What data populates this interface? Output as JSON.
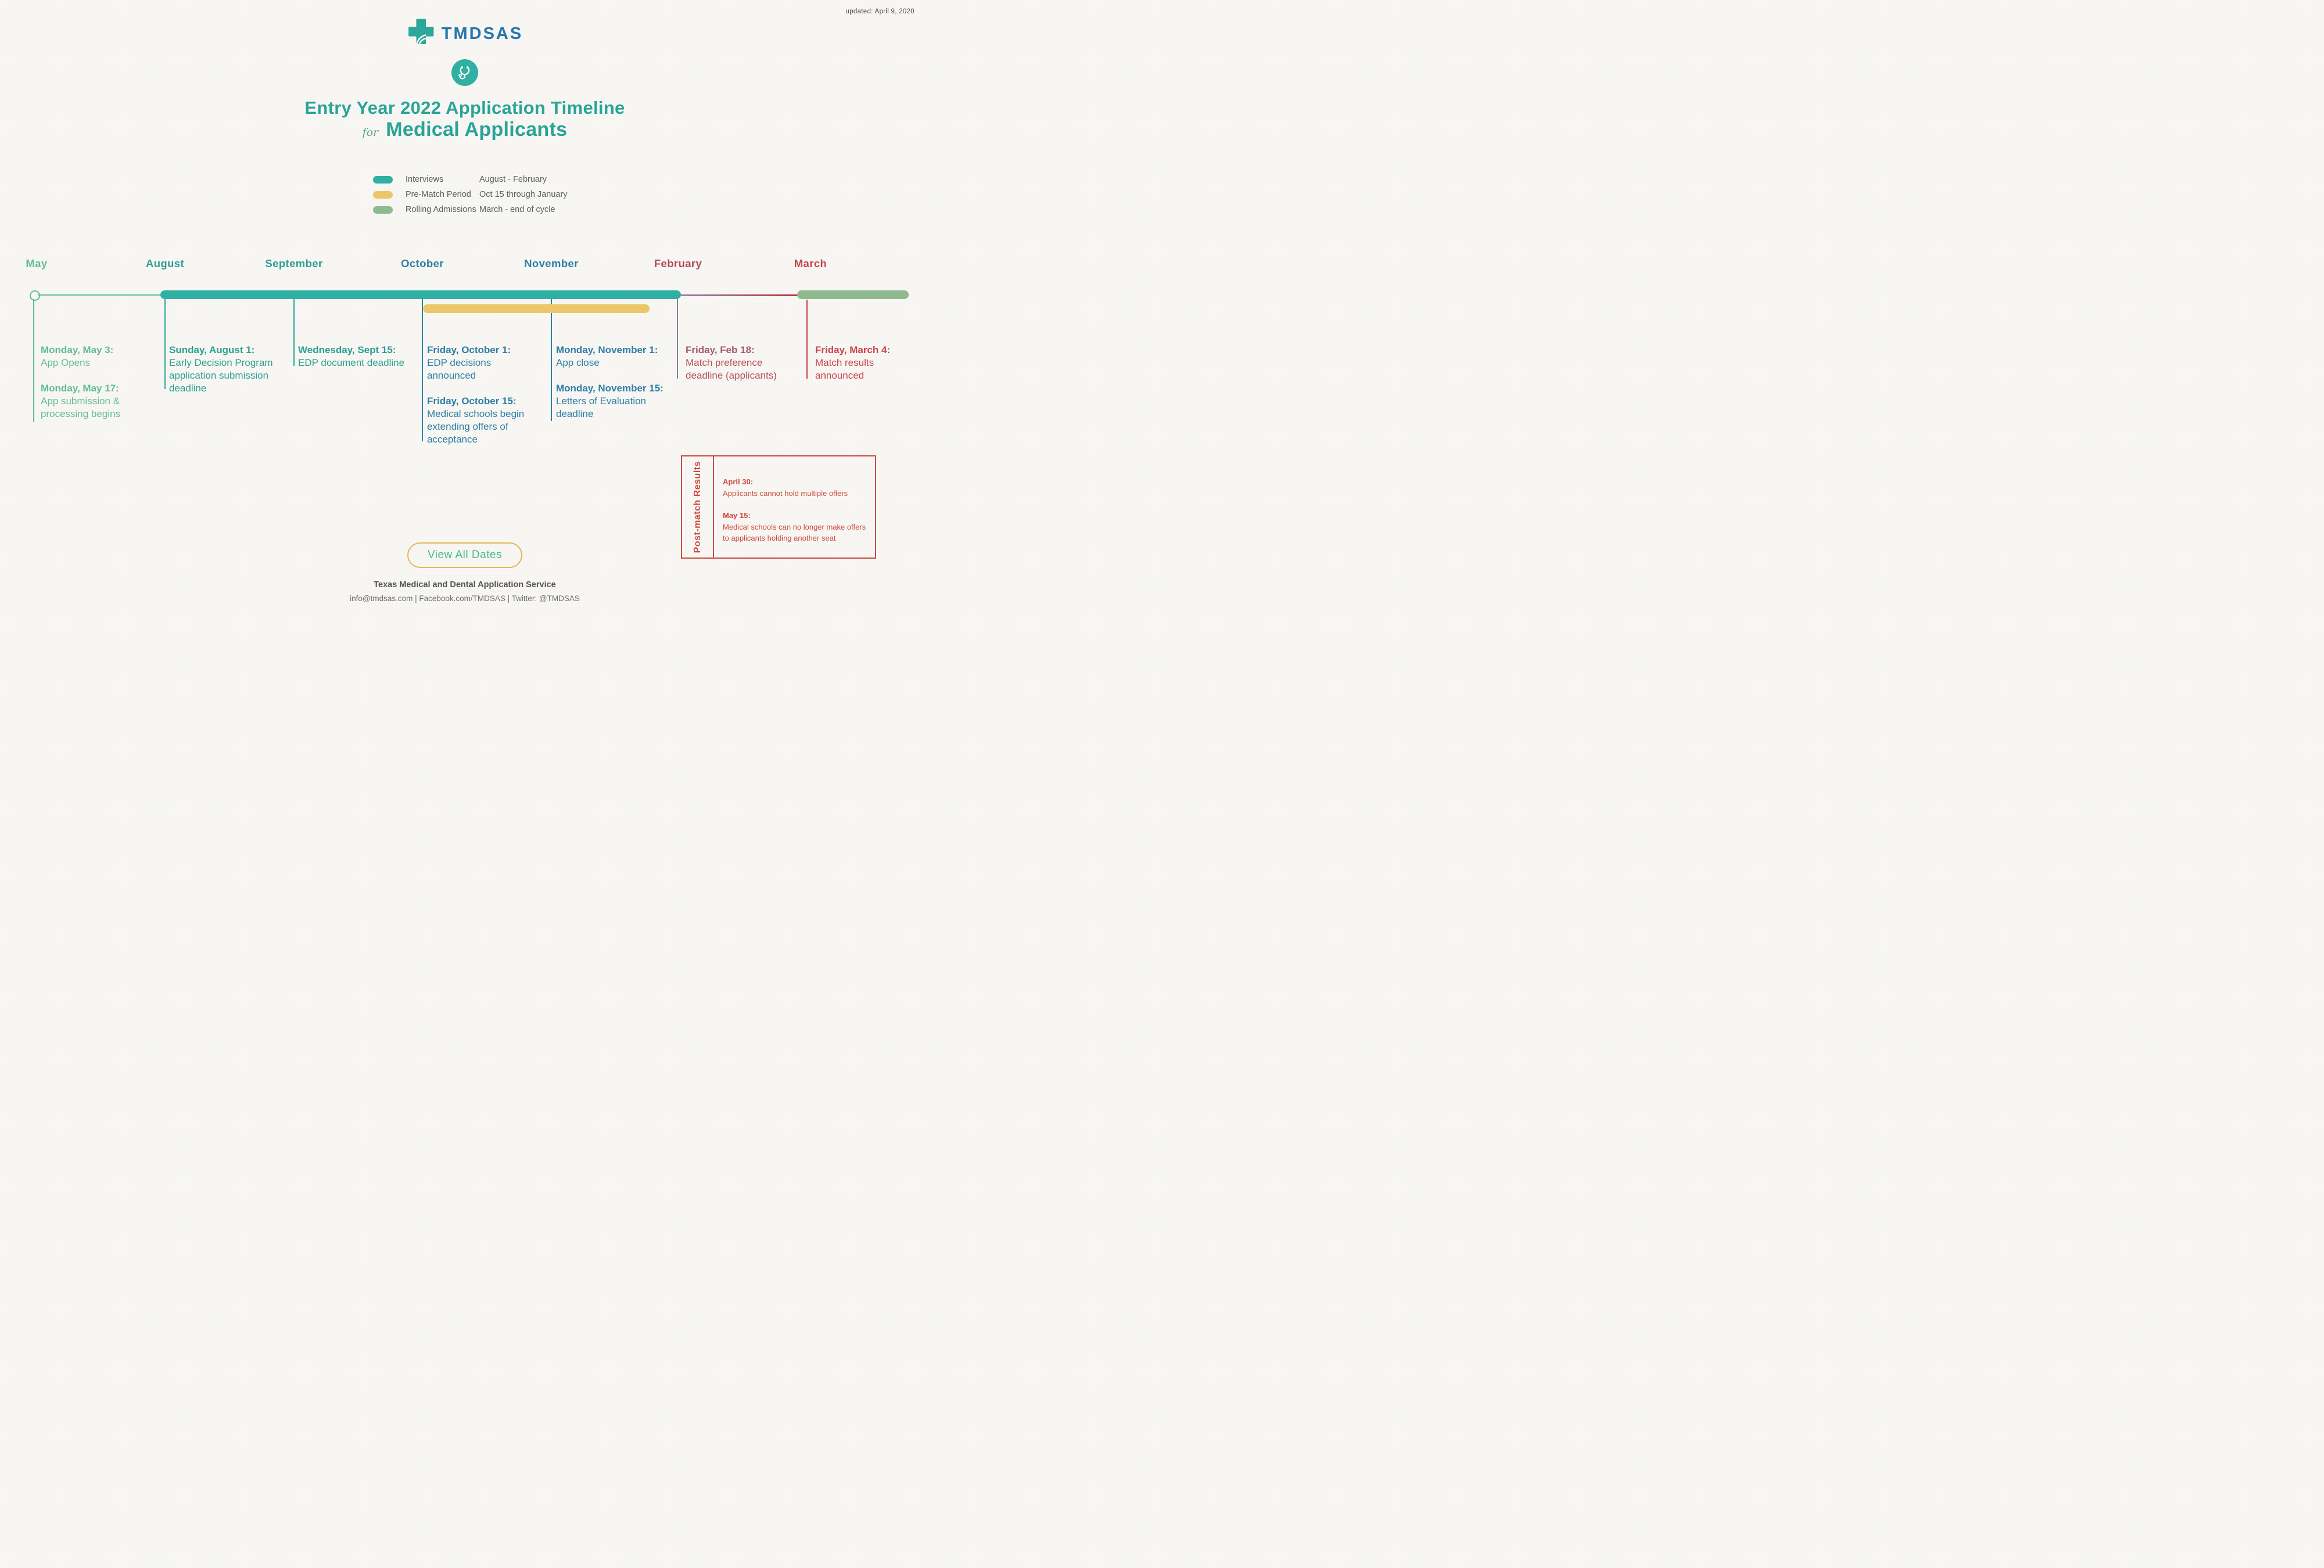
{
  "meta": {
    "updated": "updated: April 9, 2020"
  },
  "logo": {
    "name": "TMDSAS"
  },
  "title": {
    "line1": "Entry Year 2022 Application Timeline",
    "preposition": "for",
    "line2": "Medical Applicants"
  },
  "legend": {
    "items": [
      {
        "label": "Interviews",
        "range": "August - February"
      },
      {
        "label": "Pre-Match Period",
        "range": "Oct 15 through January"
      },
      {
        "label": "Rolling Admissions",
        "range": "March - end of cycle"
      }
    ]
  },
  "timeline": {
    "months": [
      {
        "label": "May"
      },
      {
        "label": "August"
      },
      {
        "label": "September"
      },
      {
        "label": "October"
      },
      {
        "label": "November"
      },
      {
        "label": "February"
      },
      {
        "label": "March"
      }
    ],
    "columns": [
      {
        "events": [
          {
            "heading": "Monday, May 3:",
            "body": "App Opens"
          },
          {
            "heading": "Monday, May 17:",
            "body": "App submission & processing begins"
          }
        ]
      },
      {
        "events": [
          {
            "heading": "Sunday, August 1:",
            "body": "Early Decision Program application submission deadline"
          }
        ]
      },
      {
        "events": [
          {
            "heading": "Wednesday, Sept 15:",
            "body": "EDP document deadline"
          }
        ]
      },
      {
        "events": [
          {
            "heading": "Friday, October 1:",
            "body": "EDP decisions announced"
          },
          {
            "heading": "Friday, October 15:",
            "body": "Medical schools begin extending offers of acceptance"
          }
        ]
      },
      {
        "events": [
          {
            "heading": "Monday, November 1:",
            "body": "App close"
          },
          {
            "heading": "Monday, November 15:",
            "body": "Letters of Evaluation deadline"
          }
        ]
      },
      {
        "events": [
          {
            "heading": "Friday, Feb 18:",
            "body": "Match preference deadline (applicants)"
          }
        ]
      },
      {
        "events": [
          {
            "heading": "Friday, March 4:",
            "body": "Match results announced"
          }
        ]
      }
    ]
  },
  "post_match": {
    "label": "Post-match Results",
    "events": [
      {
        "heading": "April 30:",
        "body": "Applicants cannot hold multiple offers"
      },
      {
        "heading": "May 15:",
        "body": "Medical schools can no longer make offers to applicants holding another seat"
      }
    ]
  },
  "cta": {
    "label": "View All Dates"
  },
  "footer": {
    "org": "Texas Medical and Dental Application Service",
    "contact": "info@tmdsas.com | Facebook.com/TMDSAS | Twitter: @TMDSAS"
  },
  "colors": {
    "interviews_teal": "#2FB0A2",
    "pre_match_yellow": "#ECC669",
    "rolling_green": "#8FBA90",
    "may_green": "#64BD96",
    "teal_text": "#2D9E93",
    "blue_text": "#2E7EA7",
    "feb_mauve": "#A4596E",
    "feb_line_purple": "#8E7BA4",
    "march_red": "#C9434E",
    "post_match_red": "#CE4A40",
    "logo_blue": "#2577AD",
    "cta_gold": "#E2B757",
    "background": "#F7F6F2"
  }
}
